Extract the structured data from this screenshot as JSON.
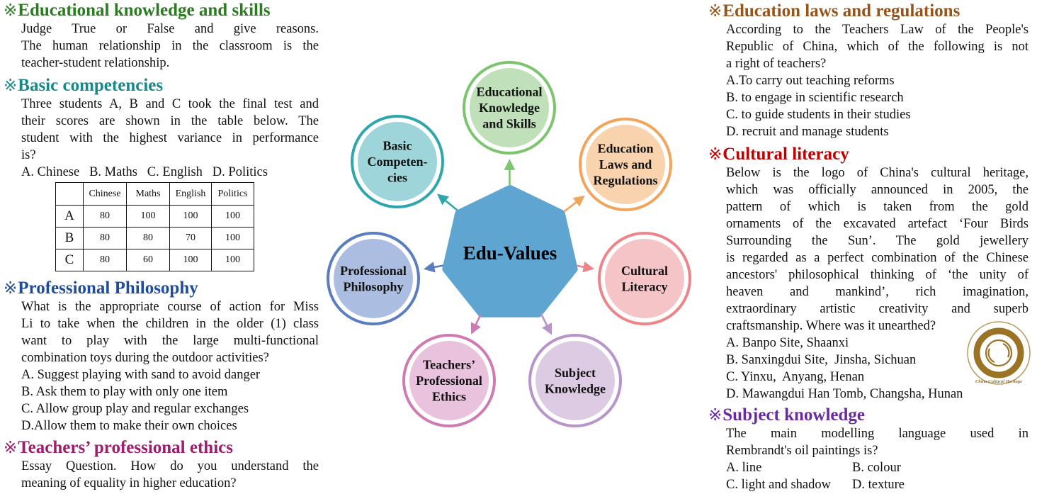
{
  "mark": "※",
  "colors": {
    "educational": "#2a7d1f",
    "basic": "#168a8a",
    "philosophy": "#1f4d9e",
    "ethics": "#9e1f6e",
    "laws": "#96541a",
    "cultural": "#c00000",
    "subject": "#6a2aa0"
  },
  "left": {
    "educational": {
      "heading": "Educational knowledge and skills",
      "lines": [
        "Judge True or False and give reasons.",
        "The human relationship in the classroom is the",
        "teacher-student relationship."
      ]
    },
    "basic": {
      "heading": "Basic competencies",
      "lines": [
        "Three students A, B and C took the final test and",
        "their scores are shown in the table below. The",
        "student with the highest variance in performance",
        "is?"
      ],
      "options": "A. Chinese   B. Maths   C. English   D. Politics",
      "table": {
        "columns": [
          "",
          "Chinese",
          "Maths",
          "English",
          "Politics"
        ],
        "rows": [
          [
            "A",
            "80",
            "100",
            "100",
            "100"
          ],
          [
            "B",
            "80",
            "80",
            "70",
            "100"
          ],
          [
            "C",
            "80",
            "60",
            "100",
            "100"
          ]
        ]
      }
    },
    "philosophy": {
      "heading": "Professional Philosophy",
      "lines": [
        "What is the appropriate course of action for Miss",
        "Li to take when the children in the older (1) class",
        "want to play with the large multi-functional",
        "combination toys during the outdoor activities?"
      ],
      "options": [
        "A. Suggest playing with sand to avoid danger",
        "B. Ask them to play with only one item",
        "C. Allow group play and regular exchanges",
        "D.Allow them to make their own choices"
      ]
    },
    "ethics": {
      "heading": "Teachers’ professional ethics",
      "lines": [
        "Essay Question. How do you understand the",
        "meaning of equality in higher education?"
      ]
    }
  },
  "right": {
    "laws": {
      "heading": "Education laws and regulations",
      "lines": [
        "According to the Teachers Law of the People's",
        "Republic of China, which of the following is not",
        "a right of teachers?"
      ],
      "options": [
        "A.To carry out teaching reforms",
        "B. to engage in scientific research",
        "C. to guide students in their studies",
        "D. recruit and manage students"
      ]
    },
    "cultural": {
      "heading": "Cultural literacy",
      "lines": [
        "Below is the logo of China's cultural heritage,",
        "which was officially announced in 2005, the",
        "pattern of which is taken from the gold",
        "ornaments of the excavated artefact ‘Four Birds",
        "Surrounding the Sun’. The gold jewellery",
        "is regarded as a perfect combination of the Chinese",
        "ancestors' philosophical thinking of ‘the unity of",
        "heaven and mankind’, rich imagination,",
        "extraordinary artistic creativity and superb",
        "craftsmanship. Where was it unearthed?"
      ],
      "options": [
        "A. Banpo Site, Shaanxi",
        "B. Sanxingdui Site,  Jinsha, Sichuan",
        "C. Yinxu,  Anyang, Henan",
        "D. Mawangdui Han Tomb, Changsha, Hunan"
      ],
      "logo_text": "China Cultural Heritage"
    },
    "subject": {
      "heading": "Subject knowledge",
      "lines": [
        "The main modelling language used in",
        "Rembrandt's oil paintings is?"
      ],
      "options": [
        "A. line",
        "B. colour",
        "C. light and shadow",
        "D. texture"
      ]
    }
  },
  "diagram": {
    "center": "Edu-Values",
    "center_color": "#5fa5d2",
    "nodes": [
      {
        "id": "educational",
        "lines": [
          "Educational",
          "Knowledge",
          "and Skills"
        ],
        "fill": "#bfe0b8",
        "stroke": "#7cc46e"
      },
      {
        "id": "laws",
        "lines": [
          "Education",
          "Laws and",
          "Regulations"
        ],
        "fill": "#f9d3ad",
        "stroke": "#f2a55a"
      },
      {
        "id": "cultural",
        "lines": [
          "Cultural",
          "Literacy"
        ],
        "fill": "#f5c4c6",
        "stroke": "#ec8488"
      },
      {
        "id": "subject",
        "lines": [
          "Subject",
          "Knowledge"
        ],
        "fill": "#ddcbe4",
        "stroke": "#b894c8"
      },
      {
        "id": "ethics",
        "lines": [
          "Teachers’",
          "Professional",
          "Ethics"
        ],
        "fill": "#e9c2dd",
        "stroke": "#d07ab4"
      },
      {
        "id": "philosophy",
        "lines": [
          "Professional",
          "Philosophy"
        ],
        "fill": "#abbde0",
        "stroke": "#5b7cc0"
      },
      {
        "id": "basic",
        "lines": [
          "Basic",
          "Competen-",
          "cies"
        ],
        "fill": "#9dd5da",
        "stroke": "#2fa5ad"
      }
    ]
  }
}
